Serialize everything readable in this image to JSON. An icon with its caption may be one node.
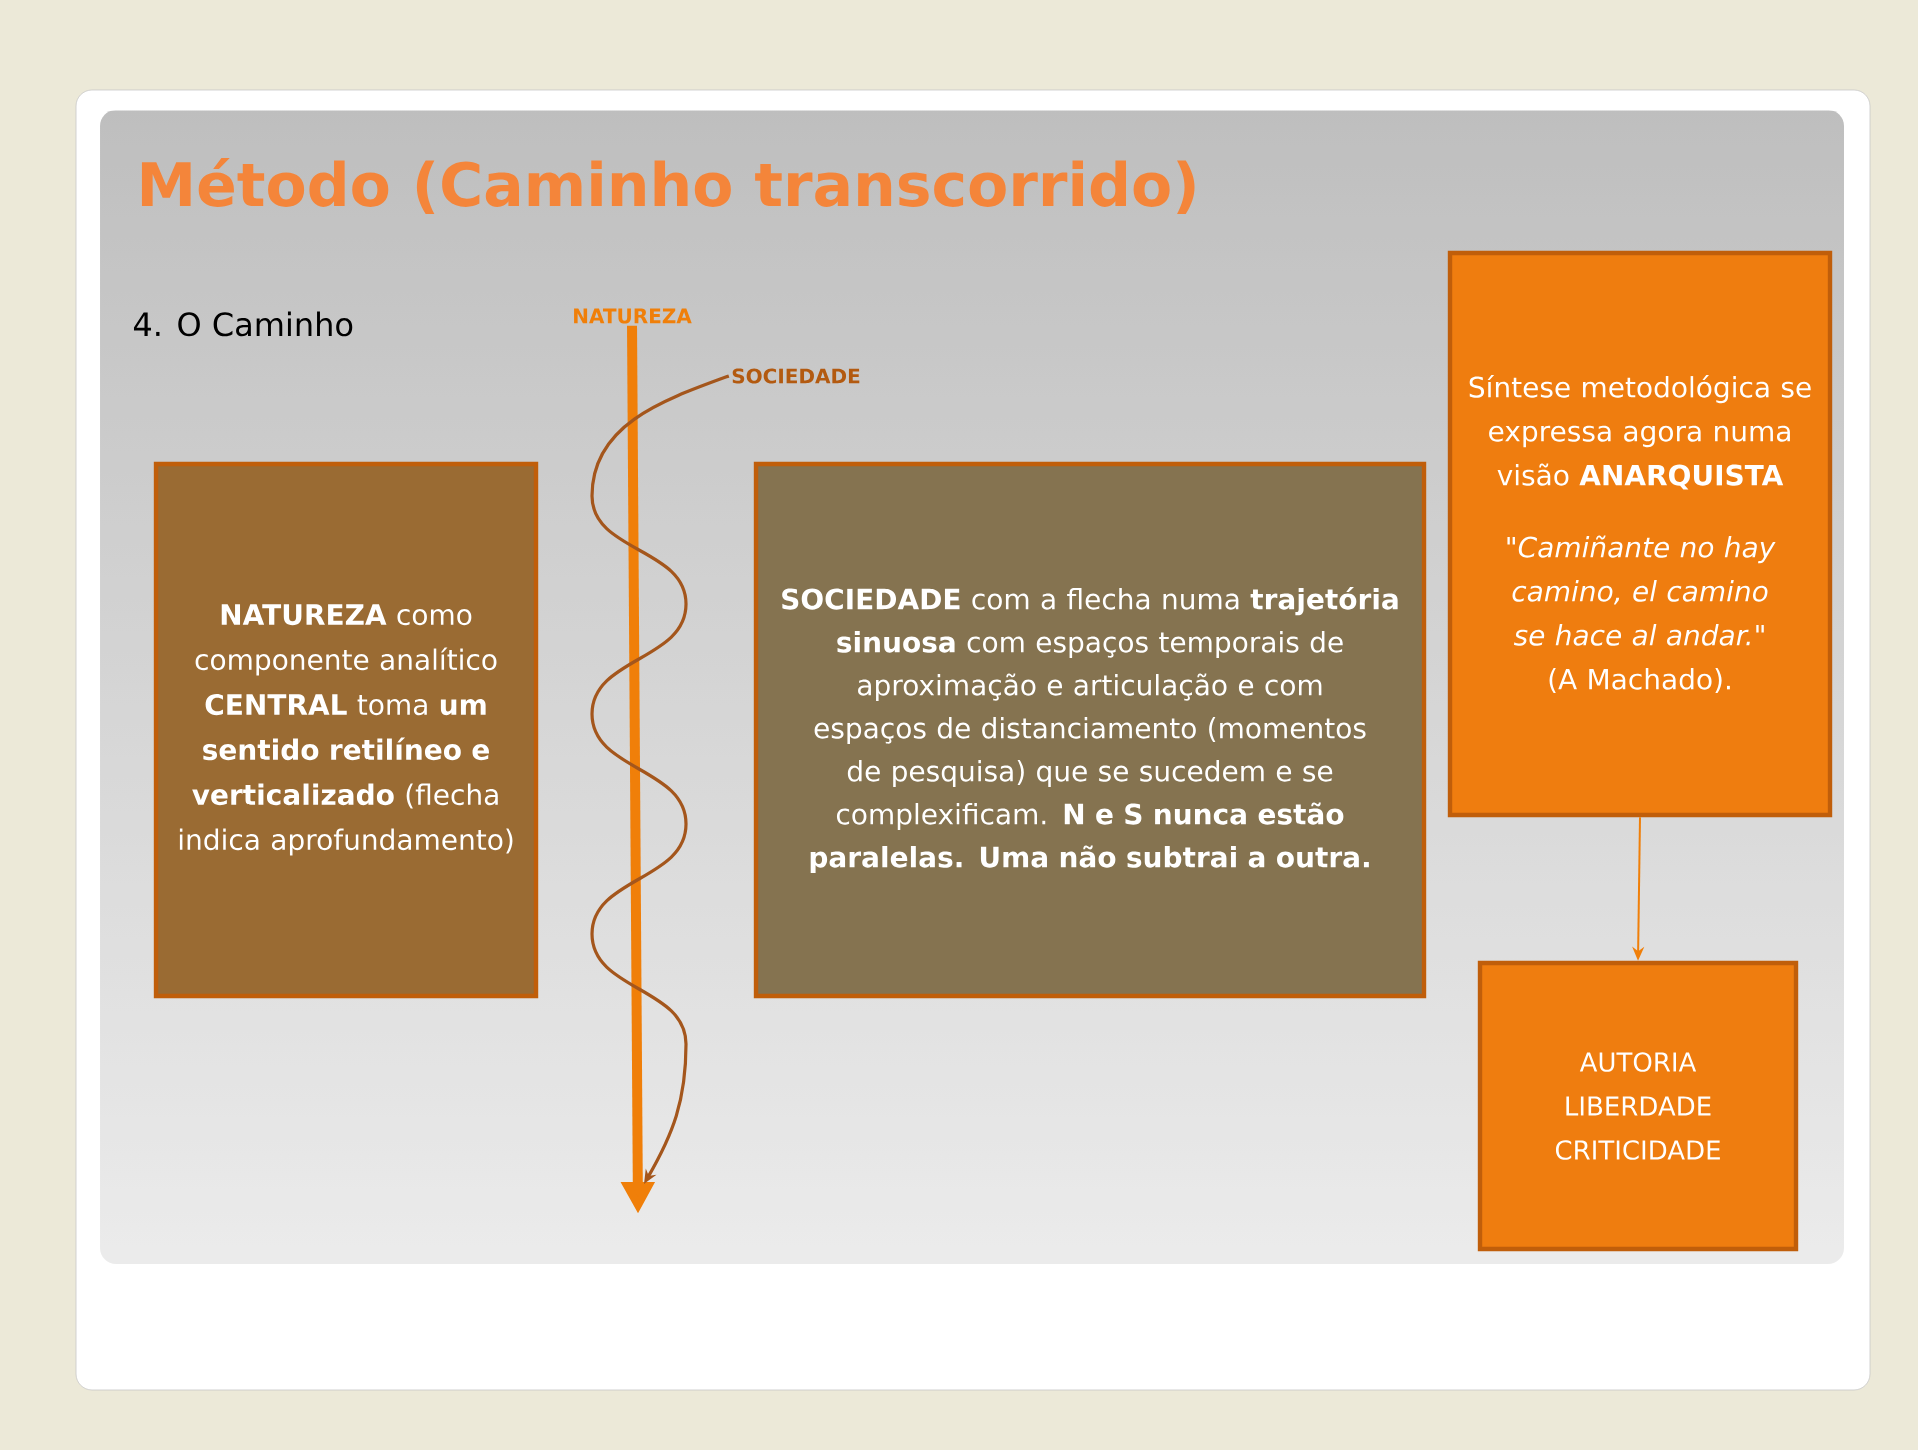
{
  "diagram": {
    "title": "Método (Caminho transcorrido)",
    "nodes": [
      {
        "text": [
          "**NATUREZA** como componente analítico **CENTRAL** toma **um sentido retilíneo e verticalizado** (flecha indica aprofundamento)"
        ]
      },
      {
        "text": [
          "**SOCIEDADE** com a flecha numa **trajetória sinuosa** com espaços temporais de aproximação e articulação e com espaços de distanciamento (momentos de pesquisa) que se sucedem e se complexificam. **N e S nunca estão paralelas. Uma não subtrai a outra.**"
        ]
      },
      {
        "text": [
          "Síntese metodológica se expressa agora numa visão **ANARQUISTA**",
          "\"Camiñante no hay camino, el camino se hace al andar.\"",
          "(A Machado)."
        ]
      },
      {
        "text": [
          "AUTORIA LIBERDADE CRITICIDADE"
        ]
      },
      {
        "text": [
          "NATUREZA"
        ]
      },
      {
        "text": [
          "SOCIEDADE"
        ]
      }
    ],
    "edges": [
      {
        "from": 4,
        "to": null,
        "arrow": "to",
        "style": "thick"
      },
      {
        "from": 5,
        "to": null,
        "arrow": "to",
        "color": "#a4561c"
      },
      {
        "from": 2,
        "to": 3,
        "arrow": "to"
      }
    ],
    "labels": [
      "4. O Caminho"
    ]
  }
}
